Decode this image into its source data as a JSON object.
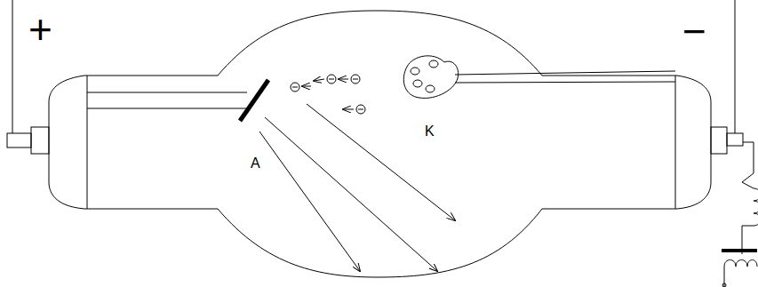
{
  "diagram": {
    "labels": [
      "+",
      "−",
      "A",
      "K"
    ]
  }
}
